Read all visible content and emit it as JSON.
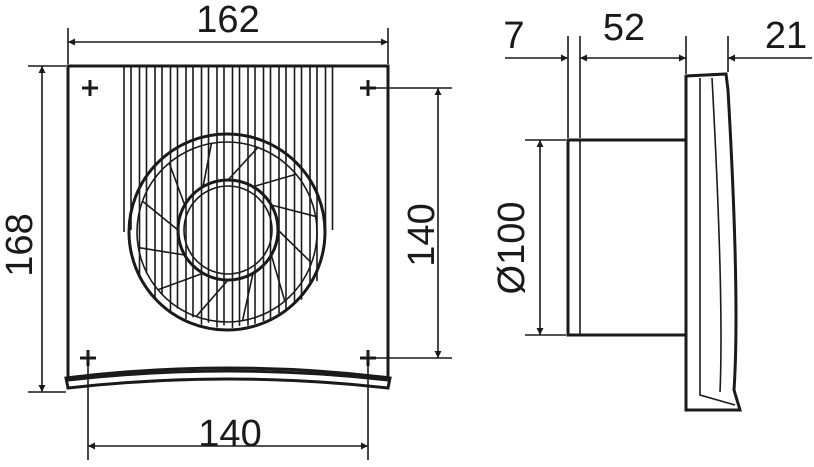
{
  "drawing": {
    "front_view": {
      "width_label": "162",
      "height_label": "168",
      "hole_spacing_vertical_label": "140",
      "hole_spacing_horizontal_label": "140"
    },
    "side_view": {
      "spigot_offset_label": "7",
      "spigot_length_label": "52",
      "body_depth_label": "21",
      "duct_diameter_label": "Ø100"
    },
    "line_color": "#1a1a1a"
  }
}
